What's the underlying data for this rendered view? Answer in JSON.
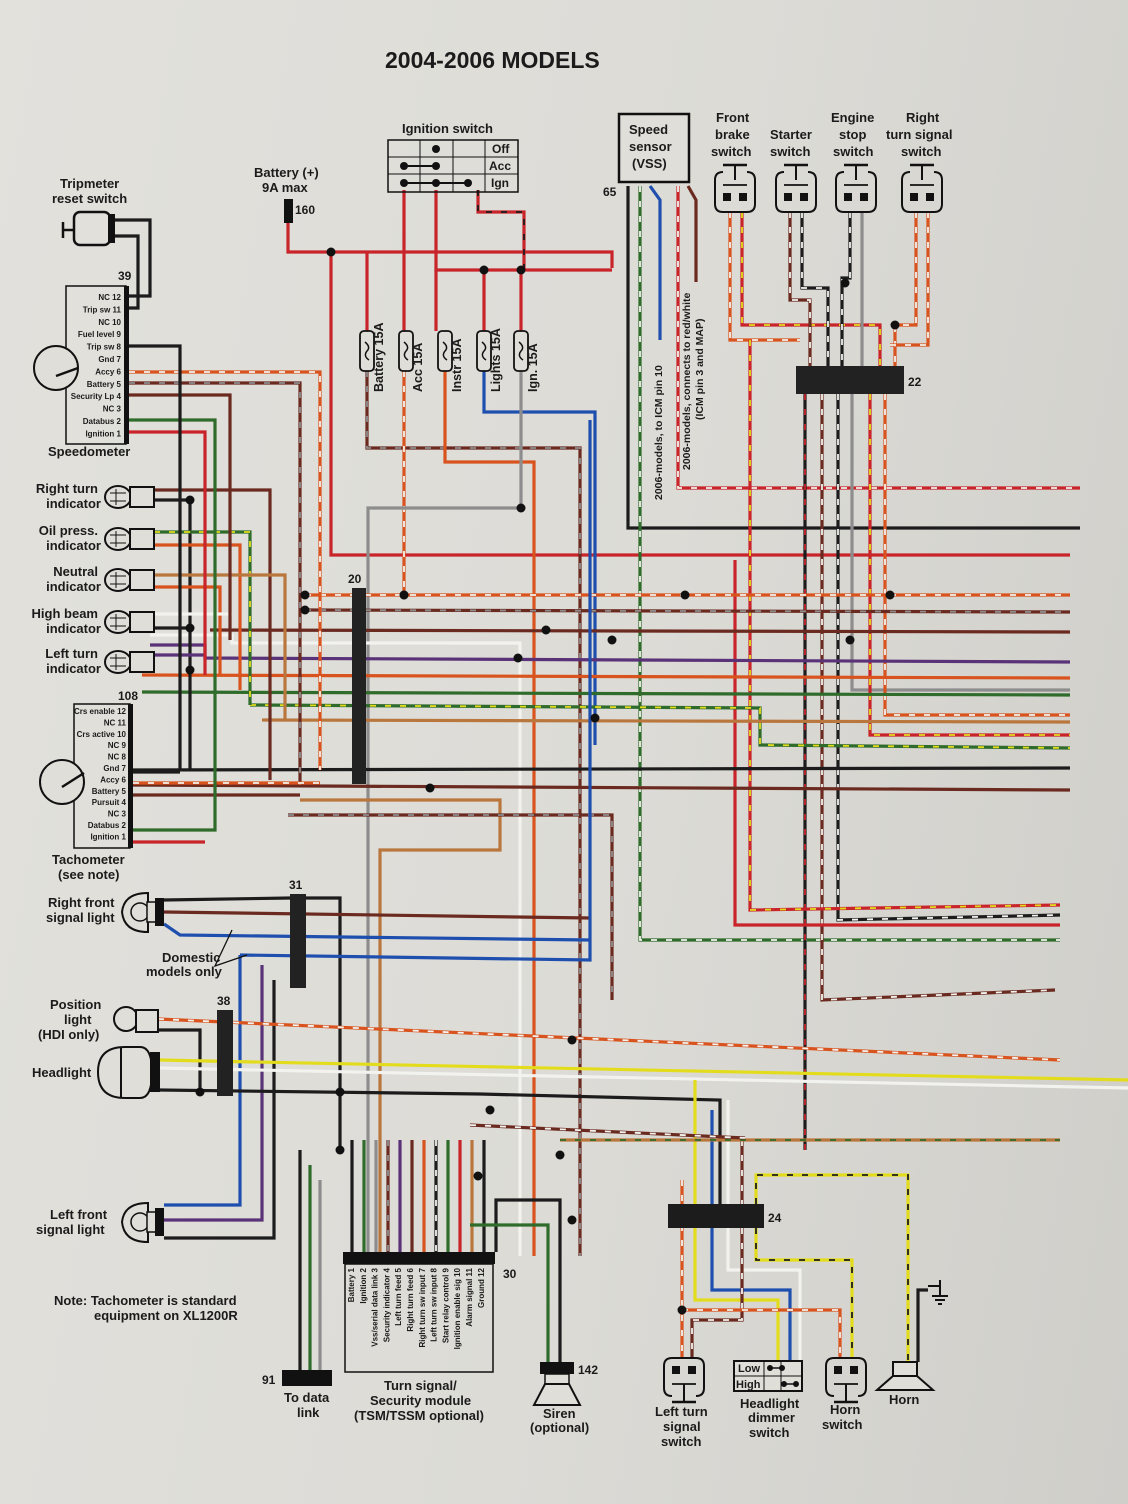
{
  "title": "2004-2006 MODELS",
  "note": {
    "line1": "Note:  Tachometer is standard",
    "line2": "equipment on XL1200R"
  },
  "components": {
    "tripmeter_reset_switch": {
      "line1": "Tripmeter",
      "line2": "reset switch"
    },
    "battery": {
      "line1": "Battery (+)",
      "line2": "9A max",
      "connector": "160"
    },
    "ignition_switch": {
      "label": "Ignition switch",
      "positions": [
        "Off",
        "Acc",
        "Ign"
      ]
    },
    "speed_sensor": {
      "line1": "Speed",
      "line2": "sensor",
      "line3": "(VSS)",
      "connector": "65"
    },
    "front_brake_switch": {
      "line1": "Front",
      "line2": "brake",
      "line3": "switch"
    },
    "starter_switch": {
      "line1": "Starter",
      "line2": "switch"
    },
    "engine_stop_switch": {
      "line1": "Engine",
      "line2": "stop",
      "line3": "switch"
    },
    "right_turn_signal_switch": {
      "line1": "Right",
      "line2": "turn signal",
      "line3": "switch"
    },
    "speedometer": {
      "label": "Speedometer",
      "connector": "39",
      "pins": [
        "NC 12",
        "Trip sw 11",
        "NC 10",
        "Fuel level 9",
        "Trip sw 8",
        "Gnd 7",
        "Accy 6",
        "Battery 5",
        "Security Lp 4",
        "NC 3",
        "Databus 2",
        "Ignition 1"
      ]
    },
    "tachometer": {
      "line1": "Tachometer",
      "line2": "(see note)",
      "connector": "108",
      "pins": [
        "Crs enable 12",
        "NC 11",
        "Crs active 10",
        "NC 9",
        "NC 8",
        "Gnd 7",
        "Accy 6",
        "Battery 5",
        "Pursuit 4",
        "NC 3",
        "Databus 2",
        "Ignition 1"
      ]
    },
    "indicators": [
      {
        "line1": "Right turn",
        "line2": "indicator"
      },
      {
        "line1": "Oil press.",
        "line2": "indicator"
      },
      {
        "line1": "Neutral",
        "line2": "indicator"
      },
      {
        "line1": "High beam",
        "line2": "indicator"
      },
      {
        "line1": "Left turn",
        "line2": "indicator"
      }
    ],
    "right_front_signal": {
      "line1": "Right front",
      "line2": "signal light"
    },
    "domestic_note": {
      "line1": "Domestic",
      "line2": "models only"
    },
    "position_light": {
      "line1": "Position",
      "line2": "light",
      "line3": "(HDI only)"
    },
    "headlight": {
      "label": "Headlight"
    },
    "left_front_signal": {
      "line1": "Left front",
      "line2": "signal light"
    },
    "data_link": {
      "line1": "To data",
      "line2": "link",
      "connector": "91"
    },
    "tsm": {
      "line1": "Turn signal/",
      "line2": "Security module",
      "line3": "(TSM/TSSM optional)",
      "connector": "30",
      "pins": [
        "Battery 1",
        "Ignition 2",
        "Vss/serial data link 3",
        "Security indicator 4",
        "Left turn feed 5",
        "Right turn feed 6",
        "Right turn sw input 7",
        "Left turn sw input 8",
        "Start relay control 9",
        "Ignition enable sig 10",
        "Alarm signal 11",
        "Ground 12"
      ]
    },
    "siren": {
      "line1": "Siren",
      "line2": "(optional)",
      "connector": "142"
    },
    "left_turn_signal_switch": {
      "line1": "Left turn",
      "line2": "signal",
      "line3": "switch"
    },
    "headlight_dimmer_switch": {
      "line1": "Headlight",
      "line2": "dimmer",
      "line3": "switch",
      "positions": [
        "Low",
        "High"
      ]
    },
    "horn_switch": {
      "line1": "Horn",
      "line2": "switch"
    },
    "horn": {
      "label": "Horn"
    }
  },
  "fuses": [
    "Battery 15A",
    "Acc 15A",
    "Instr 15A",
    "Lights 15A",
    "Ign. 15A"
  ],
  "connectors": {
    "c20": "20",
    "c22": "22",
    "c24": "24",
    "c31": "31",
    "c38": "38"
  },
  "vss_notes": {
    "note1": "2006-models, to ICM pin 10",
    "note2_line1": "2006-models, connects to red/white",
    "note2_line2": "(ICM pin 3 and MAP)"
  },
  "wire_colors": {
    "red": "#c8242a",
    "orange": "#d9531e",
    "brown": "#6b2a20",
    "black": "#1c1c1c",
    "blue": "#1f4fae",
    "green": "#2f6b2a",
    "violet": "#5a3278",
    "gray": "#8d8d8d",
    "yellow": "#e3dc1c",
    "tan": "#b9773e",
    "white": "#f2f2ee"
  }
}
